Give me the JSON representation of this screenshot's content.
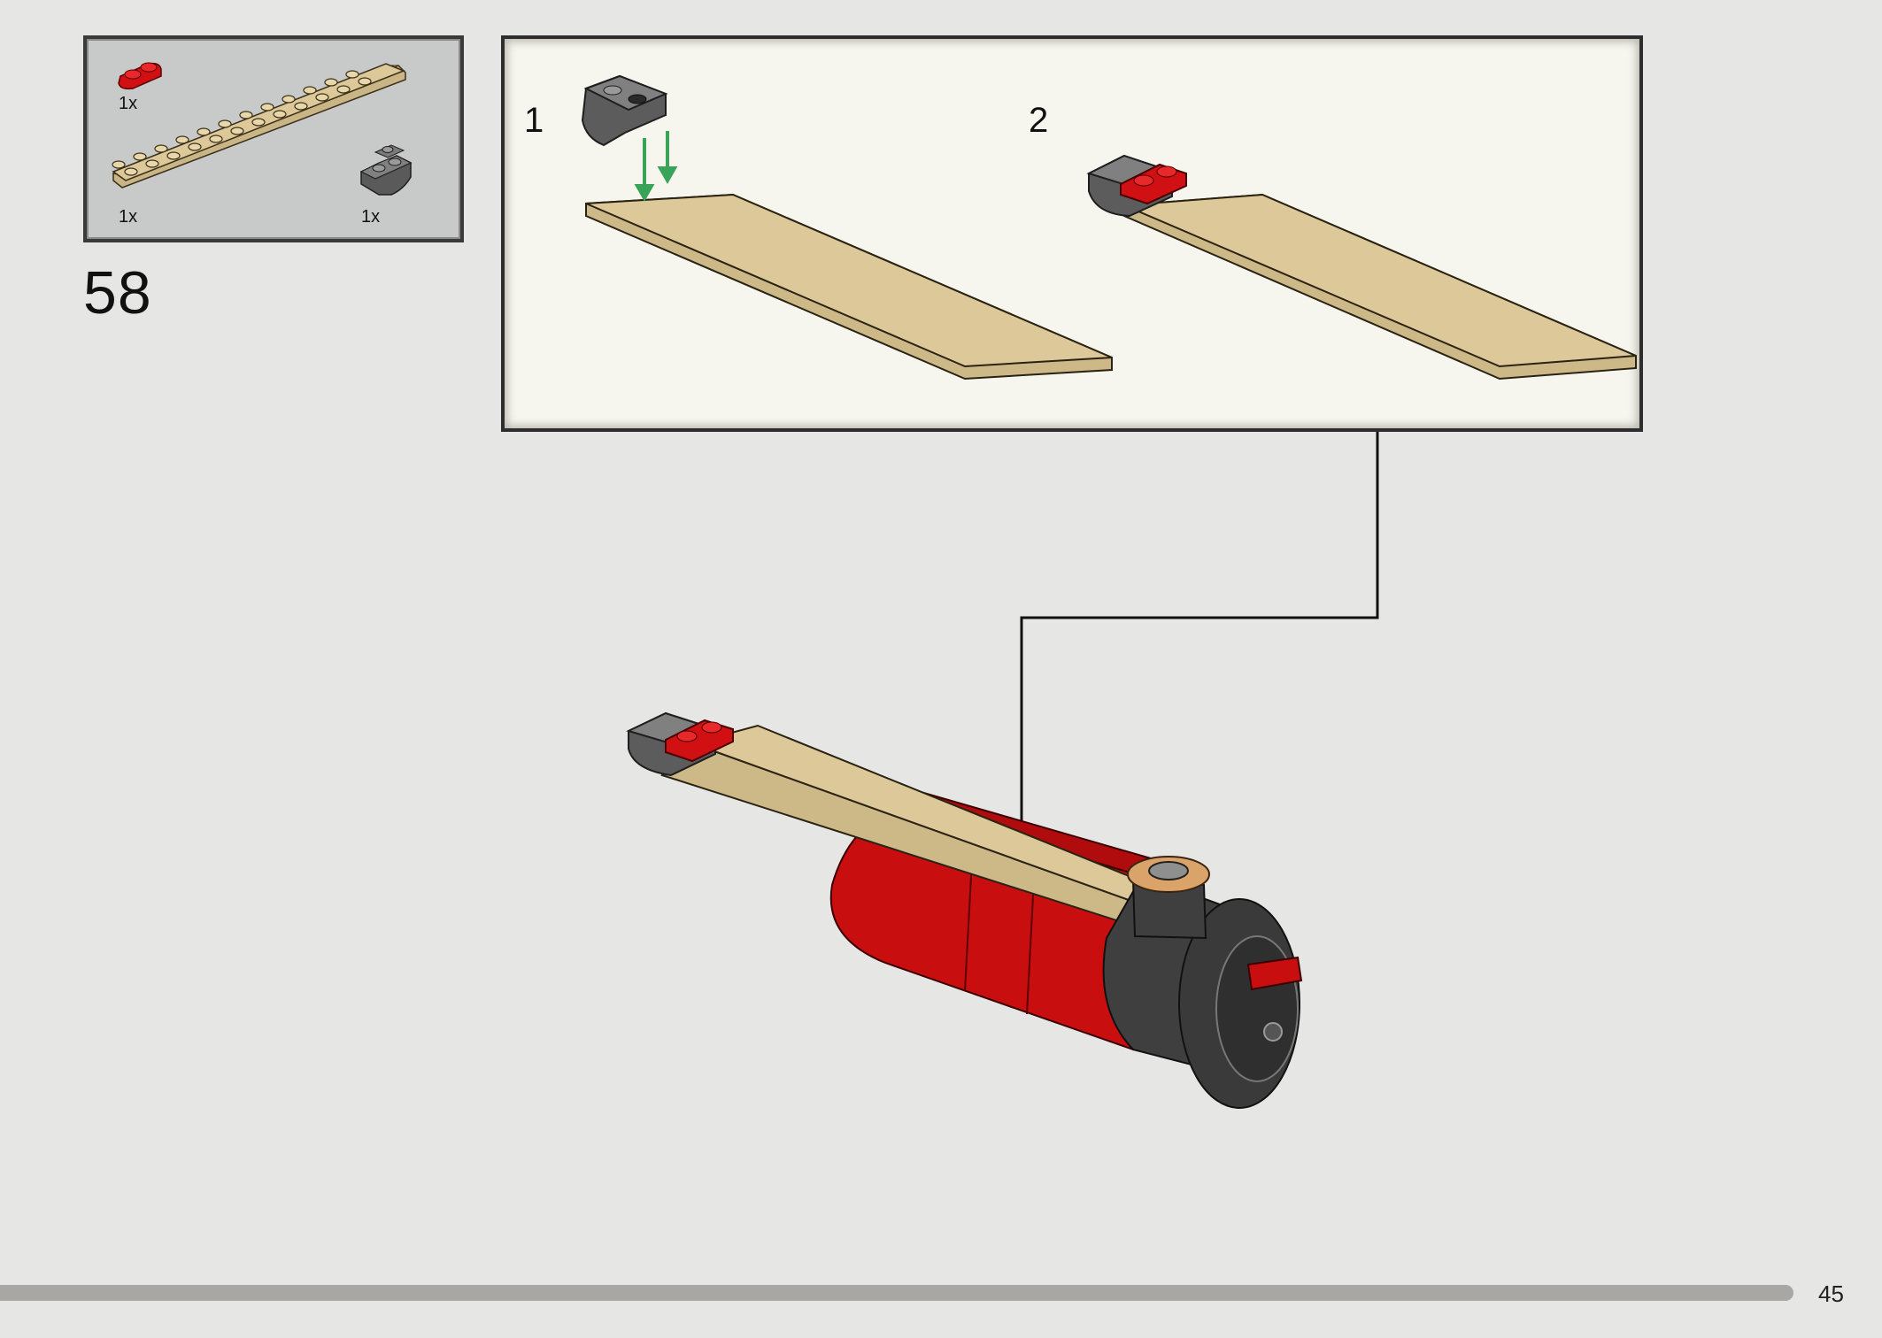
{
  "step": {
    "number": "58"
  },
  "parts": [
    {
      "qty": "1x",
      "color": "#d01012",
      "icon": "red-plate-1x2-icon"
    },
    {
      "qty": "1x",
      "color": "#dcc898",
      "icon": "tan-plate-2x12-icon"
    },
    {
      "qty": "1x",
      "color": "#6b6b6b",
      "icon": "grey-curved-brick-icon"
    }
  ],
  "substeps": [
    {
      "label": "1"
    },
    {
      "label": "2"
    }
  ],
  "colors": {
    "background": "#e6e6e5",
    "tan": "#dcc898",
    "red": "#d01012",
    "dark_grey": "#3f3f3f",
    "mid_grey": "#6b6b6b",
    "arrow_green": "#3aa35a"
  },
  "page": {
    "number": "45"
  }
}
